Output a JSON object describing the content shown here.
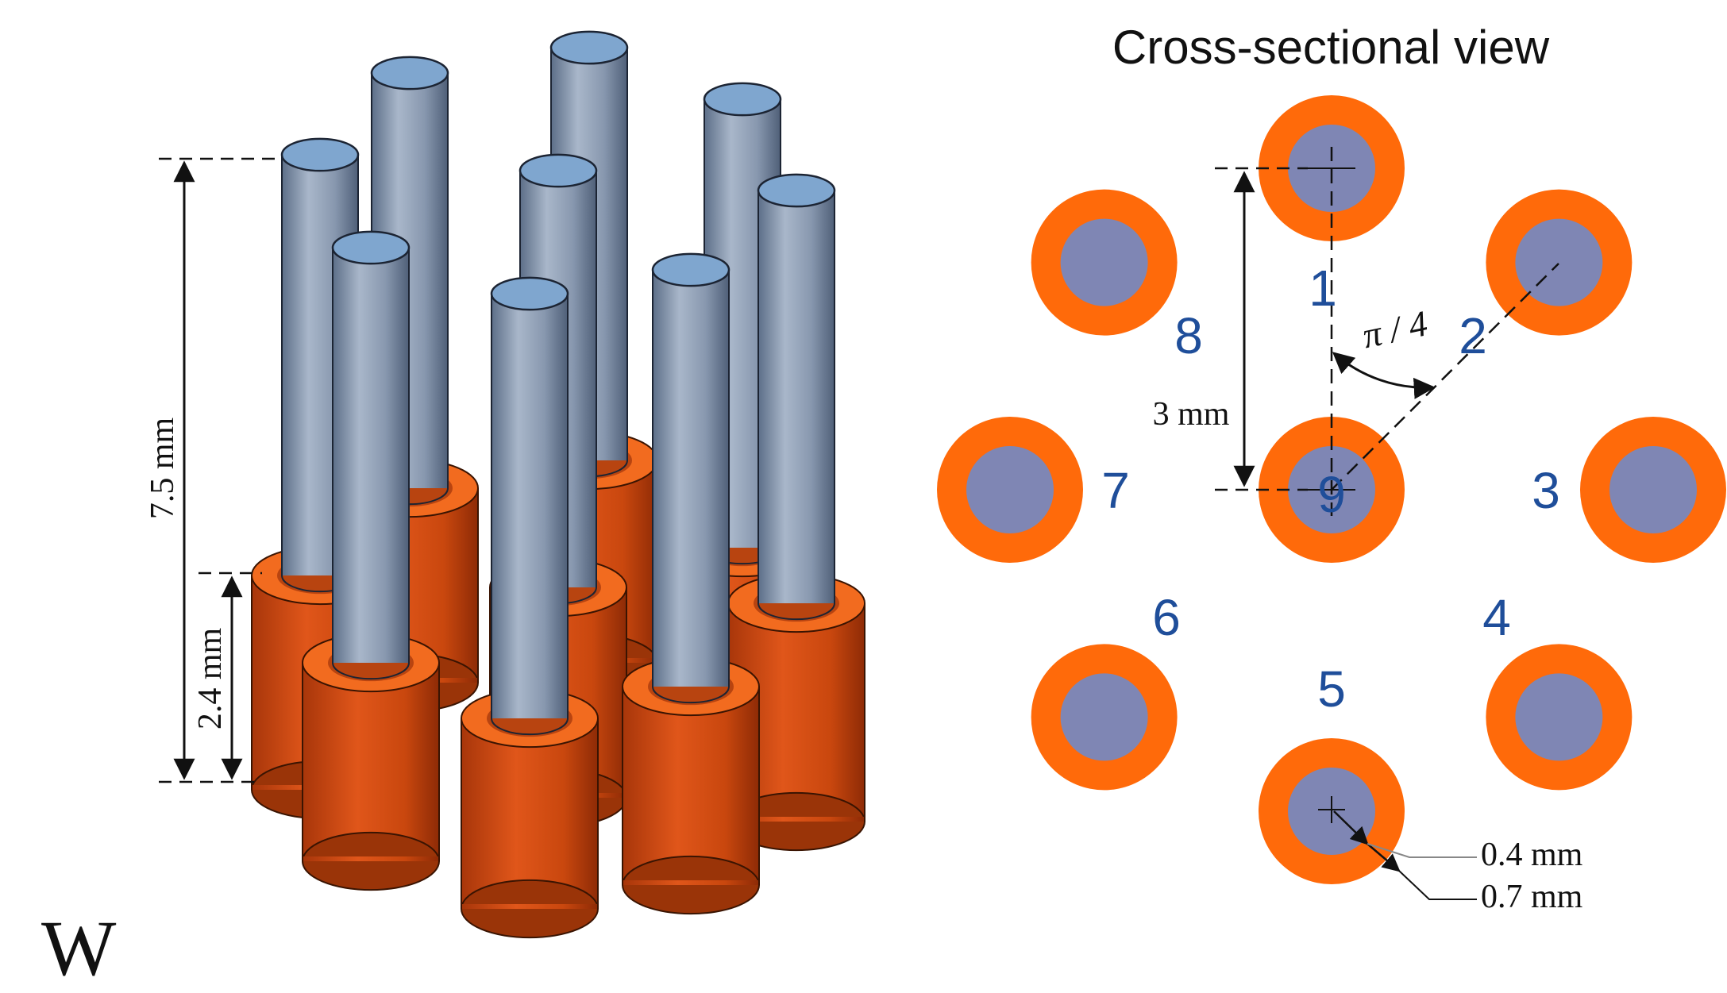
{
  "figure_letter": "W",
  "cross_section_title": "Cross-sectional view",
  "dimensions": {
    "rod_height": "7.5 mm",
    "sleeve_height": "2.4 mm",
    "pitch": "3 mm",
    "angle": "π / 4",
    "inner_radius": "0.4 mm",
    "outer_radius": "0.7 mm"
  },
  "rod_numbers": [
    "1",
    "2",
    "3",
    "4",
    "5",
    "6",
    "7",
    "8",
    "9"
  ],
  "colors": {
    "sleeve": "#FF6A0A",
    "sleeve_3d": "#D4470F",
    "rod_core": "#7F86B4",
    "rod_3d": "#8C9AB0",
    "rod_top": "#7FA6CF",
    "number_text": "#1F4E9A",
    "line": "#111111"
  }
}
